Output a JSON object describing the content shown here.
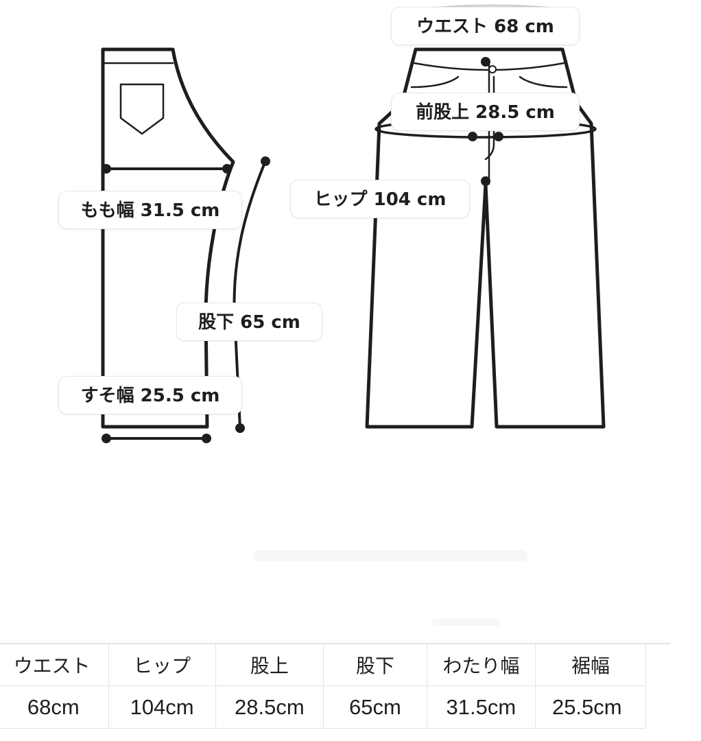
{
  "labels": {
    "waist": "ウエスト 68 cm",
    "rise": "前股上 28.5 cm",
    "hip": "ヒップ 104 cm",
    "thigh": "もも幅 31.5 cm",
    "inseam": "股下 65 cm",
    "hem": "すそ幅 25.5 cm"
  },
  "table": {
    "headers": [
      "ウエスト",
      "ヒップ",
      "股上",
      "股下",
      "わたり幅",
      "裾幅"
    ],
    "values": [
      "68cm",
      "104cm",
      "28.5cm",
      "65cm",
      "31.5cm",
      "25.5cm"
    ]
  },
  "colors": {
    "line": "#1e1e1e",
    "border": "#e3e3e3",
    "background": "#ffffff"
  }
}
